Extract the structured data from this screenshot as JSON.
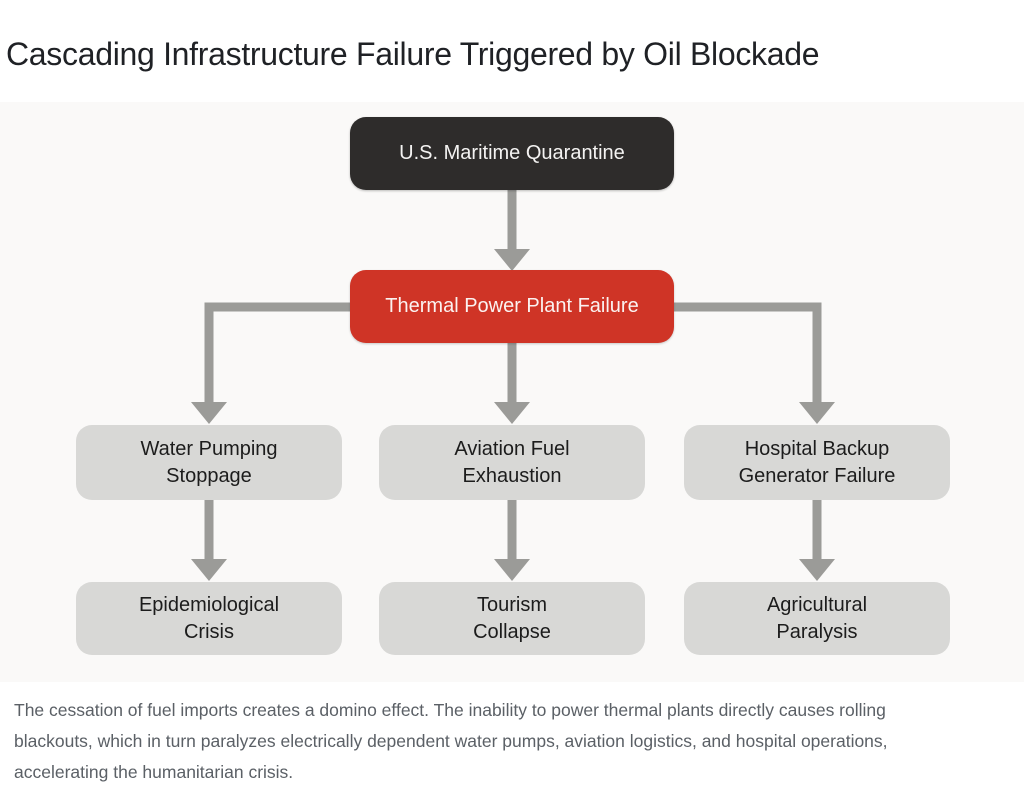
{
  "page": {
    "title": "Cascading Infrastructure Failure Triggered by Oil Blockade",
    "caption": "The cessation of fuel imports creates a domino effect. The inability to power thermal plants directly causes rolling blackouts, which in turn paralyzes electrically dependent water pumps, aviation logistics, and hospital operations, accelerating the humanitarian crisis."
  },
  "colors": {
    "arrow-color": "#9b9b98",
    "root-node-bg": "#2e2c2b",
    "hub-node-bg": "#cf3426",
    "effect-node-bg": "#d8d8d6",
    "title-color": "#1f2125",
    "caption-color": "#5b6066"
  },
  "diagram": {
    "nodes": [
      {
        "id": "us-maritime-quarantine",
        "label": "U.S. Maritime Quarantine",
        "role": "root",
        "color": "#2e2c2b"
      },
      {
        "id": "thermal-power-plant-failure",
        "label": "Thermal Power Plant Failure",
        "role": "hub",
        "color": "#cf3426"
      },
      {
        "id": "water-pumping-stoppage",
        "label": "Water Pumping\nStoppage",
        "role": "effect",
        "color": "#d8d8d6"
      },
      {
        "id": "aviation-fuel-exhaustion",
        "label": "Aviation Fuel\nExhaustion",
        "role": "effect",
        "color": "#d8d8d6"
      },
      {
        "id": "hospital-backup-generator-failure",
        "label": "Hospital Backup\nGenerator Failure",
        "role": "effect",
        "color": "#d8d8d6"
      },
      {
        "id": "epidemiological-crisis",
        "label": "Epidemiological\nCrisis",
        "role": "effect",
        "color": "#d8d8d6"
      },
      {
        "id": "tourism-collapse",
        "label": "Tourism\nCollapse",
        "role": "effect",
        "color": "#d8d8d6"
      },
      {
        "id": "agricultural-paralysis",
        "label": "Agricultural\nParalysis",
        "role": "effect",
        "color": "#d8d8d6"
      }
    ],
    "edges": [
      {
        "from": "us-maritime-quarantine",
        "to": "thermal-power-plant-failure"
      },
      {
        "from": "thermal-power-plant-failure",
        "to": "water-pumping-stoppage"
      },
      {
        "from": "thermal-power-plant-failure",
        "to": "aviation-fuel-exhaustion"
      },
      {
        "from": "thermal-power-plant-failure",
        "to": "hospital-backup-generator-failure"
      },
      {
        "from": "water-pumping-stoppage",
        "to": "epidemiological-crisis"
      },
      {
        "from": "aviation-fuel-exhaustion",
        "to": "tourism-collapse"
      },
      {
        "from": "hospital-backup-generator-failure",
        "to": "agricultural-paralysis"
      }
    ]
  }
}
